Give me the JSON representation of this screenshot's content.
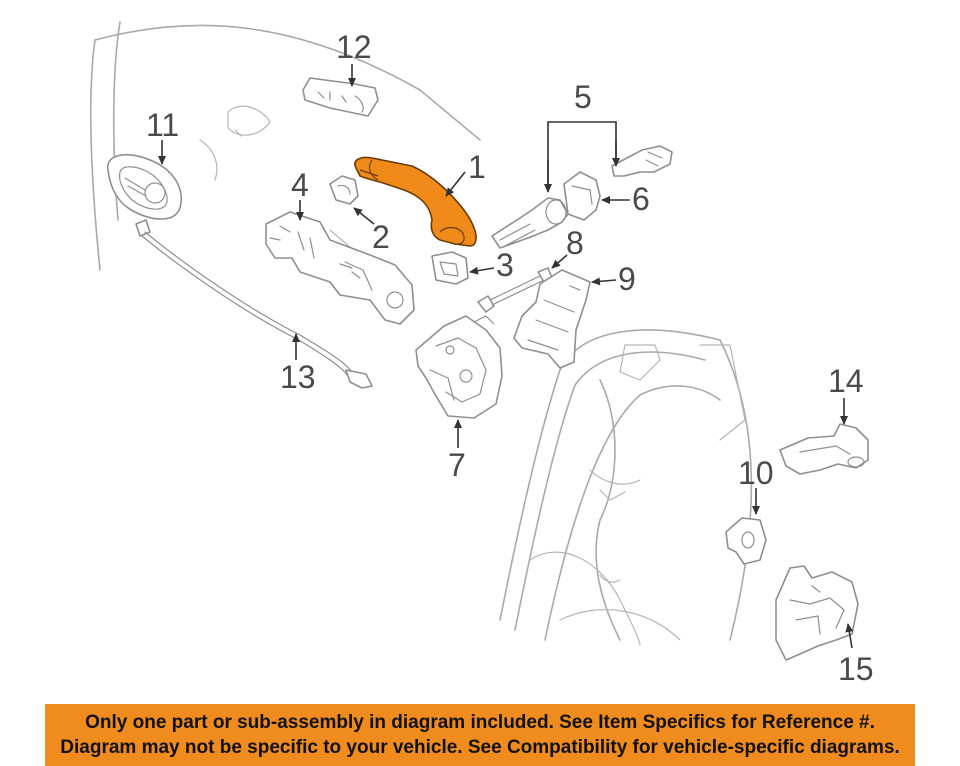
{
  "callouts": {
    "c1": "1",
    "c2": "2",
    "c3": "3",
    "c4": "4",
    "c5": "5",
    "c6": "6",
    "c7": "7",
    "c8": "8",
    "c9": "9",
    "c10": "10",
    "c11": "11",
    "c12": "12",
    "c13": "13",
    "c14": "14",
    "c15": "15"
  },
  "highlighted_part": "1",
  "colors": {
    "highlight": "#f08b1a",
    "banner": "#f08c1e",
    "line_art": "#a9a9a9",
    "callout_text": "#4a4a4a"
  },
  "disclaimer": {
    "line1": "Only one part or sub-assembly in diagram included. See Item Specifics for Reference #.",
    "line2": "Diagram may not be specific to your vehicle. See Compatibility for vehicle-specific diagrams."
  }
}
